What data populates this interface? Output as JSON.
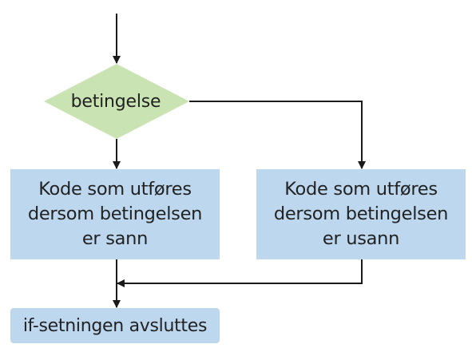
{
  "diagram": {
    "condition": {
      "label": "betingelse"
    },
    "true_branch": {
      "label": "Kode som utføres\ndersom betingelsen\ner sann"
    },
    "false_branch": {
      "label": "Kode som utføres\ndersom betingelsen\ner usann"
    },
    "end": {
      "label": "if-setningen avsluttes"
    }
  },
  "colors": {
    "condition_fill": "#c9e4b2",
    "box_fill": "#bdd7ee",
    "line": "#1a1a1a",
    "text": "#222222"
  }
}
